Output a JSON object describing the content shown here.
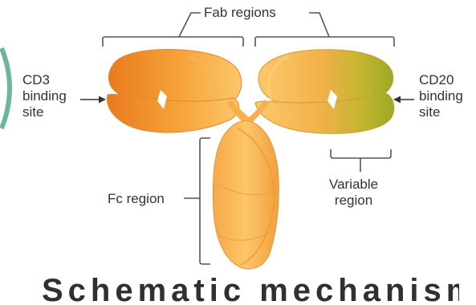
{
  "labels": {
    "fab_regions": "Fab regions",
    "cd3_site": "CD3\nbinding\nsite",
    "cd20_site": "CD20\nbinding\nsite",
    "fc_region": "Fc region",
    "variable_region": "Variable\nregion"
  },
  "caption": "Schematic mechanism of action",
  "colors": {
    "orange_light": "#fcc86a",
    "orange_mid": "#f6a43a",
    "orange_dark": "#ea7a1e",
    "green_olive": "#a6b52a",
    "bracket_gray": "#555555",
    "edge_green": "#2e9a6a"
  }
}
